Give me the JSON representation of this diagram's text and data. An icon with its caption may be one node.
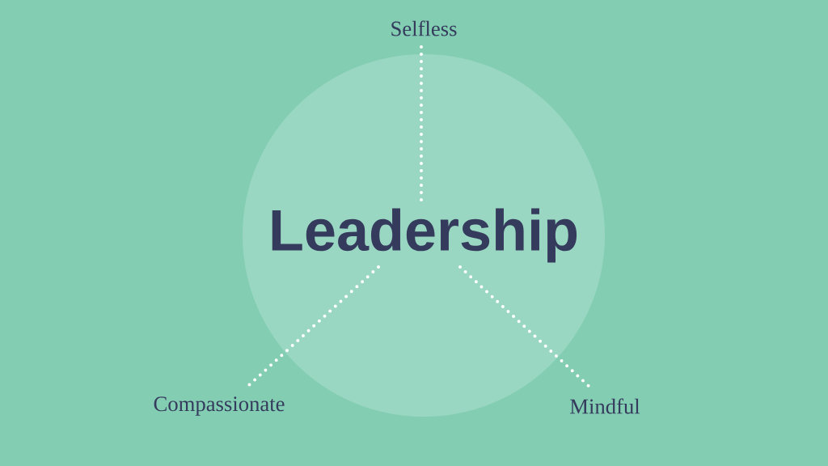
{
  "diagram": {
    "nodes": [
      {
        "text": [
          "Leadership"
        ]
      },
      {
        "text": [
          "Selfless"
        ]
      },
      {
        "text": [
          "Compassionate"
        ]
      },
      {
        "text": [
          "Mindful"
        ]
      }
    ],
    "edges": [
      {
        "from": 0,
        "to": 1,
        "arrow": "none"
      },
      {
        "from": 0,
        "to": 2,
        "arrow": "none"
      },
      {
        "from": 0,
        "to": 3,
        "arrow": "none"
      }
    ]
  }
}
